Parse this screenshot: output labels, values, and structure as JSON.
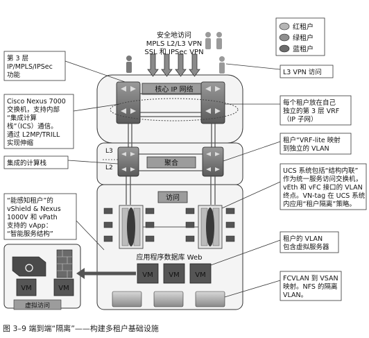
{
  "legend": {
    "items": [
      {
        "label": "红租户",
        "color": "#b5b5b5"
      },
      {
        "label": "绿租户",
        "color": "#8f8f8f"
      },
      {
        "label": "蓝租户",
        "color": "#6b6b6b"
      }
    ]
  },
  "top_access": {
    "line1": "安全地访问",
    "line2": "MPLS L2/L3 VPN",
    "line3": "SSL 和 IPSec VPN"
  },
  "layers": {
    "core": "核心 IP 网络",
    "aggregation": "聚合",
    "access": "访问",
    "l3": "L3",
    "l2": "L2",
    "app_db_web": "应用程序数据库 Web",
    "virtual_access": "虚拟访问"
  },
  "vm_label": "VM",
  "callouts": {
    "left_l3": [
      "第 3 层",
      "IP/MPLS/IPSec",
      "功能"
    ],
    "left_nexus": [
      "Cisco Nexus 7000",
      "交换机，支持内部",
      "“集成计算",
      "栈”（ICS）通信。",
      "通过 L2MP/TRILL",
      "实现伸缩"
    ],
    "left_ics": [
      "集成的计算栈"
    ],
    "left_vshield": [
      "“能感知租户”的",
      "vShield & Nexus",
      "1000V 和 vPath",
      "支持的 vApp：",
      "“智能服务结构”"
    ],
    "right_l3vpn": [
      "L3 VPN 访问"
    ],
    "right_vrf": [
      "每个租户放在自己",
      "独立的第 3 层 VRF",
      "（IP 子网）"
    ],
    "right_vrflite": [
      "租户“VRF-lite 映射",
      "到独立的 VLAN"
    ],
    "right_ucs": [
      "UCS 系统包括“结构内联”",
      "作为统一服务访问交换机，",
      "vEth 和 vFC 接口的 VLAN",
      "终点。VN-tag 在 UCS 系统",
      "内应用“租户隔离”策略。"
    ],
    "right_vlan": [
      "租户的 VLAN",
      "包含虚拟服务器"
    ],
    "right_fcvlan": [
      "FCVLAN 到 VSAN",
      "映射。NFS 的隔离",
      "VLAN。"
    ]
  },
  "caption": "图 3–9   端到端“隔离”——构建多租户基础设施"
}
